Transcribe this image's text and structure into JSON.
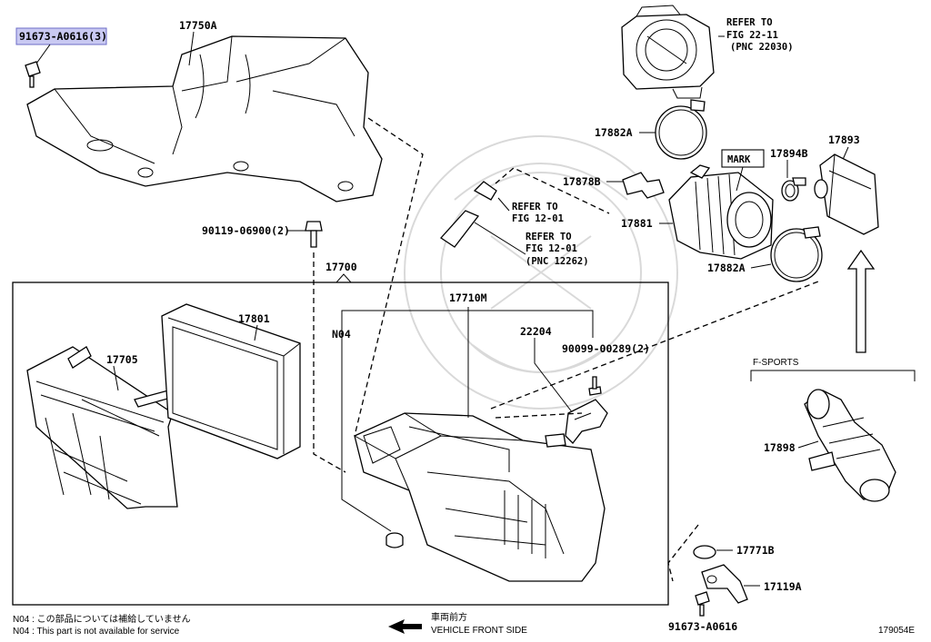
{
  "labels": {
    "p91673_a0616_3": "91673-A0616(3)",
    "p17750a": "17750A",
    "p90119": "90119-06900(2)",
    "p17700": "17700",
    "p17801": "17801",
    "p17705": "17705",
    "p17710m": "17710M",
    "n04": "N04",
    "p22204": "22204",
    "p90099": "90099-00289(2)",
    "p17882a_top": "17882A",
    "p17878b": "17878B",
    "p17881": "17881",
    "p17882a_bottom": "17882A",
    "mark": "MARK",
    "p17894b": "17894B",
    "p17893": "17893",
    "f_sports": "F-SPORTS",
    "p17898": "17898",
    "p17771b": "17771B",
    "p17119a": "17119A",
    "p91673_a0616": "91673-A0616"
  },
  "refs": {
    "fig22": {
      "line1": "REFER TO",
      "line2": "FIG 22-11",
      "line3": "(PNC 22030)"
    },
    "fig12a": {
      "line1": "REFER TO",
      "line2": "FIG 12-01"
    },
    "fig12b": {
      "line1": "REFER TO",
      "line2": "FIG 12-01",
      "line3": "(PNC 12262)"
    }
  },
  "notes": {
    "jp": "N04 : この部品については補給していません",
    "en": "N04 : This part is not available for service"
  },
  "direction": {
    "jp": "車両前方",
    "en": "VEHICLE FRONT SIDE"
  },
  "diagram_id": "179054E",
  "colors": {
    "highlight": "#c9c9f2",
    "highlight_border": "#6d6dc7",
    "line": "#000000"
  }
}
